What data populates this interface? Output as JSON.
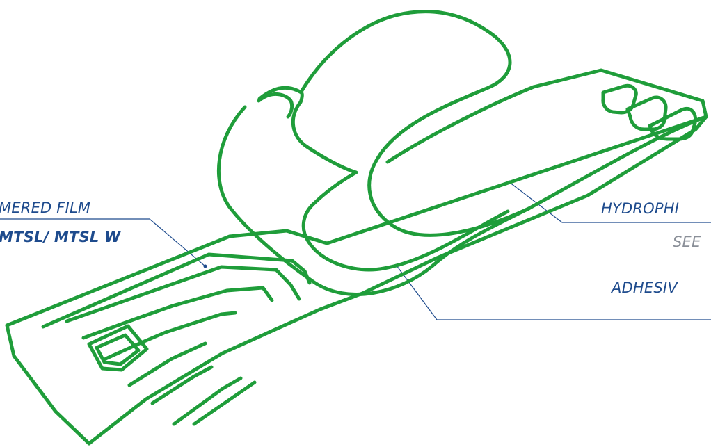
{
  "labels": {
    "left_line_1": "MERED FILM",
    "left_line_2": "MTSL/ MTSL W",
    "right_line_1": "HYDROPHI",
    "right_line_2": "SEE",
    "right_line_3": "ADHESIV"
  },
  "colors": {
    "outline_green": "#1f9d3a",
    "leader_blue": "#1e4b8d",
    "muted_text": "#8a8f98"
  }
}
